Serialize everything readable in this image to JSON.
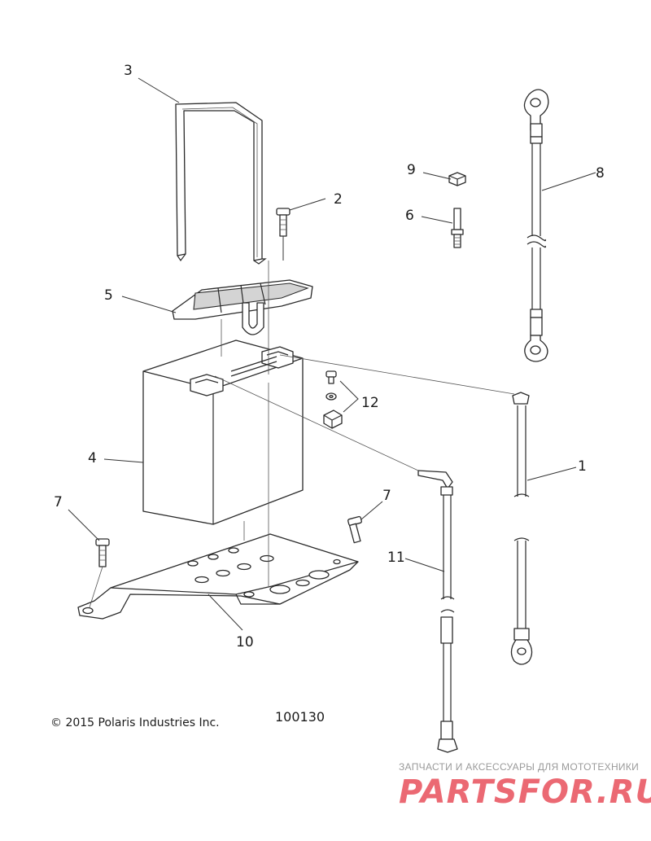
{
  "callouts": [
    {
      "id": "c3",
      "text": "3"
    },
    {
      "id": "c2",
      "text": "2"
    },
    {
      "id": "c5",
      "text": "5"
    },
    {
      "id": "c9",
      "text": "9"
    },
    {
      "id": "c6",
      "text": "6"
    },
    {
      "id": "c8",
      "text": "8"
    },
    {
      "id": "c12",
      "text": "12"
    },
    {
      "id": "c4",
      "text": "4"
    },
    {
      "id": "c1",
      "text": "1"
    },
    {
      "id": "c7a",
      "text": "7"
    },
    {
      "id": "c7b",
      "text": "7"
    },
    {
      "id": "c11",
      "text": "11"
    },
    {
      "id": "c10",
      "text": "10"
    }
  ],
  "footer": {
    "copyright": "© 2015 Polaris Industries Inc.",
    "diagram_number": "100130"
  },
  "watermark": {
    "tagline": "ЗАПЧАСТИ И АКСЕССУАРЫ ДЛЯ МОТОТЕХНИКИ",
    "brand": "PARTSFOR.RU",
    "color": "#e8505b"
  }
}
